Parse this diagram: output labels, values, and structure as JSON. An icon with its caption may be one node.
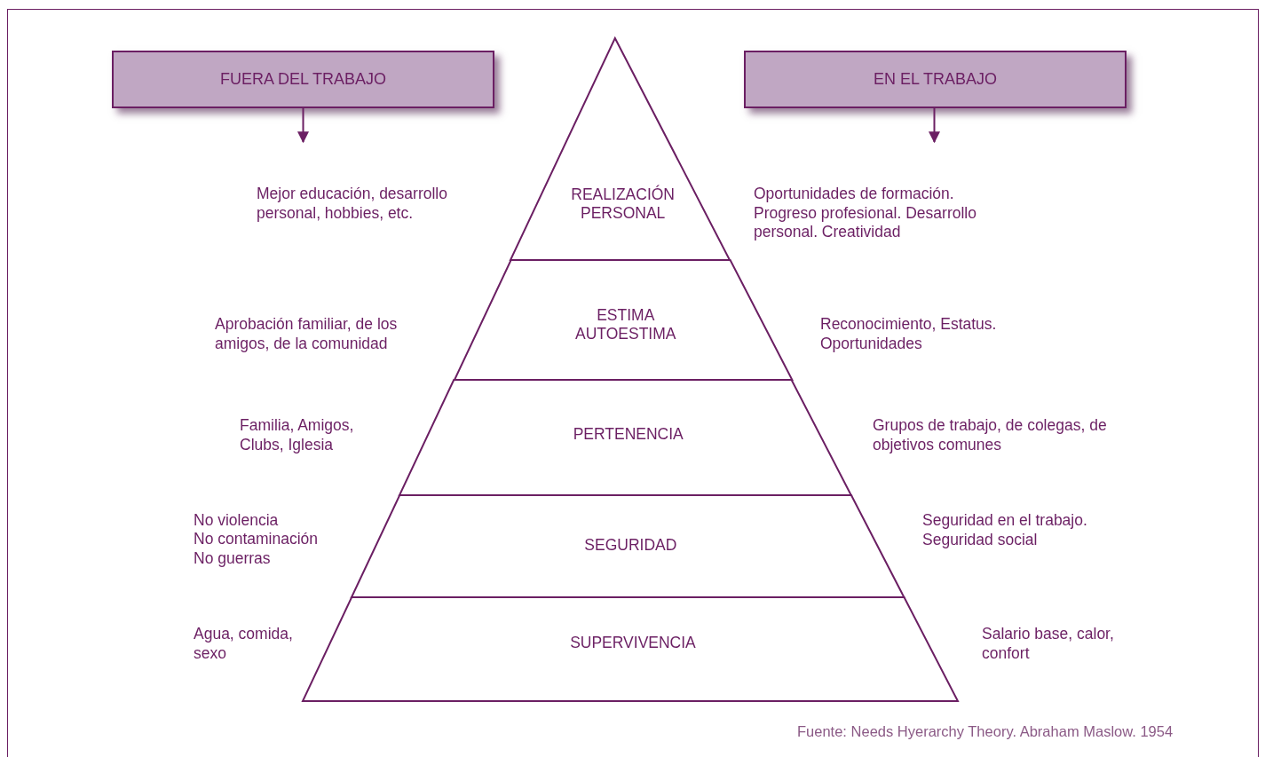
{
  "diagram": {
    "caption": "Fuente: Needs Hyerarchy Theory. Abraham Maslow. 1954",
    "nodes": [
      {
        "text": [
          "FUERA DEL TRABAJO"
        ]
      },
      {
        "text": [
          "EN EL TRABAJO"
        ]
      },
      {
        "text": [
          "REALIZACIÓN PERSONAL"
        ]
      },
      {
        "text": [
          "ESTIMA AUTOESTIMA"
        ]
      },
      {
        "text": [
          "PERTENENCIA"
        ]
      },
      {
        "text": [
          "SEGURIDAD"
        ]
      },
      {
        "text": [
          "SUPERVIVENCIA"
        ]
      }
    ],
    "edges": [
      {
        "from": 0,
        "to": null,
        "arrow": "to"
      },
      {
        "from": 1,
        "to": null,
        "arrow": "to"
      }
    ],
    "labels": [
      "Mejor educación, desarrollo personal, hobbies, etc.",
      "Oportunidades de formación. Progreso profesional. Desarrollo personal. Creatividad",
      "Aprobación familiar, de los amigos, de la comunidad",
      "Reconocimiento, Estatus. Oportunidades",
      "Familia, Amigos, Clubs, Iglesia",
      "Grupos de trabajo, de colegas, de objetivos comunes",
      "No violencia",
      "Seguridad en el trabajo. Seguridad social",
      "No contaminación",
      "No guerras",
      "Agua, comida, sexo",
      "Salario base, calor, confort"
    ]
  }
}
